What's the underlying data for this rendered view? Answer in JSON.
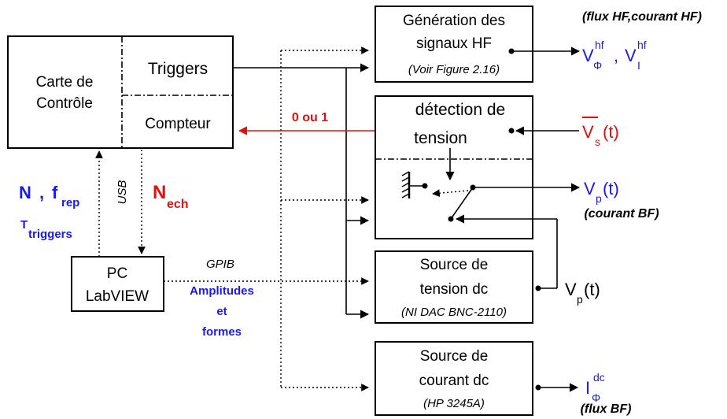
{
  "colors": {
    "blue": "#1a1aee",
    "red": "#e01010",
    "black": "#000000"
  },
  "carte": {
    "title_line1": "Carte de",
    "title_line2": "Contrôle",
    "triggers": "Triggers",
    "compteur": "Compteur"
  },
  "pc": {
    "line1": "PC",
    "line2": "LabVIEW"
  },
  "params": {
    "N": "N",
    "comma": ",",
    "f": "f",
    "f_sub": "rep",
    "T": "T",
    "T_sub": "triggers",
    "Nech": "N",
    "Nech_sub": "ech"
  },
  "links": {
    "usb": "USB",
    "gpib": "GPIB",
    "signal_01": "0 ou 1",
    "amplitudes": "Amplitudes",
    "et": "et",
    "formes": "formes"
  },
  "gen_hf": {
    "line1": "Génération des",
    "line2": "signaux HF",
    "ref": "(Voir Figure 2.16)",
    "note": "(flux HF,courant HF)",
    "out_phi": "V",
    "out_phi_sup": "hf",
    "out_phi_sub": "Φ",
    "out_sep": ",",
    "out_i": "V",
    "out_i_sup": "hf",
    "out_i_sub": "I"
  },
  "detection": {
    "line1": "détection de",
    "line2": "tension",
    "input": "V",
    "input_sub": "s",
    "input_arg": "(t)",
    "out": "V",
    "out_sub": "p",
    "out_arg": "(t)",
    "note": "(courant BF)"
  },
  "source_v": {
    "line1": "Source de",
    "line2": "tension dc",
    "model": "(NI DAC BNC-2110)",
    "out": "V",
    "out_sub": "p",
    "out_arg": "(t)"
  },
  "source_i": {
    "line1": "Source de",
    "line2": "courant dc",
    "model": "(HP 3245A)",
    "out": "I",
    "out_sup": "dc",
    "out_sub": "Φ",
    "note": "(flux BF)"
  }
}
